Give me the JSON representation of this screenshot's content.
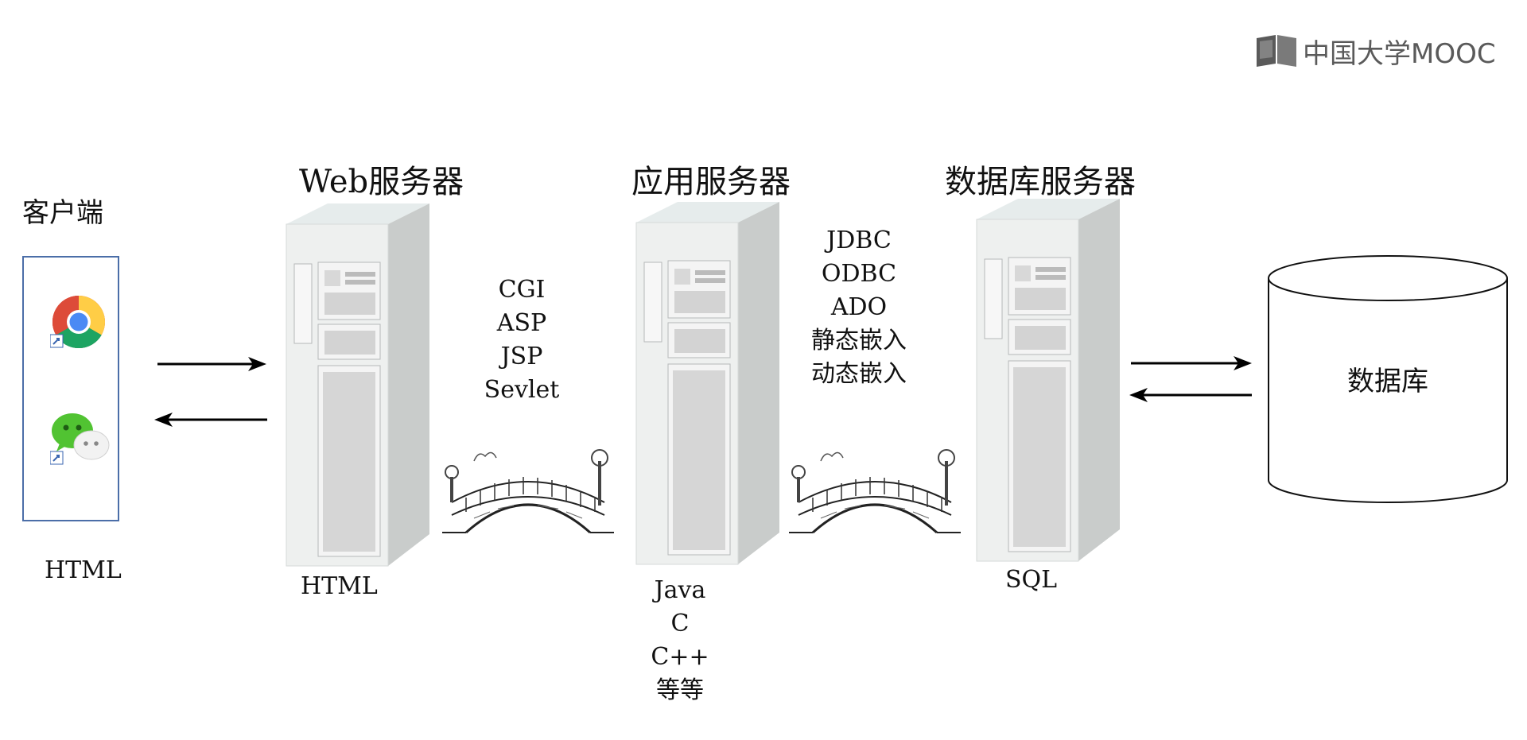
{
  "logo": {
    "text": "中国大学MOOC"
  },
  "client": {
    "title": "客户端",
    "bottom_label": "HTML",
    "icons": [
      "chrome-icon",
      "wechat-icon"
    ]
  },
  "web_server": {
    "title": "Web服务器",
    "bottom_label": "HTML"
  },
  "app_server": {
    "title": "应用服务器",
    "bottom_labels": [
      "Java",
      "C",
      "C++",
      "等等"
    ]
  },
  "db_server": {
    "title": "数据库服务器",
    "bottom_label": "SQL"
  },
  "database": {
    "label": "数据库"
  },
  "bridge_web_app": {
    "labels": [
      "CGI",
      "ASP",
      "JSP",
      "Sevlet"
    ]
  },
  "bridge_app_db": {
    "labels": [
      "JDBC",
      "ODBC",
      "ADO",
      "静态嵌入",
      "动态嵌入"
    ]
  },
  "colors": {
    "client_border": "#4b6ea8",
    "logo": "#5a5a5a",
    "server_front": "#eef0ef",
    "server_side": "#c9cccb",
    "server_top": "#e6ecec"
  }
}
